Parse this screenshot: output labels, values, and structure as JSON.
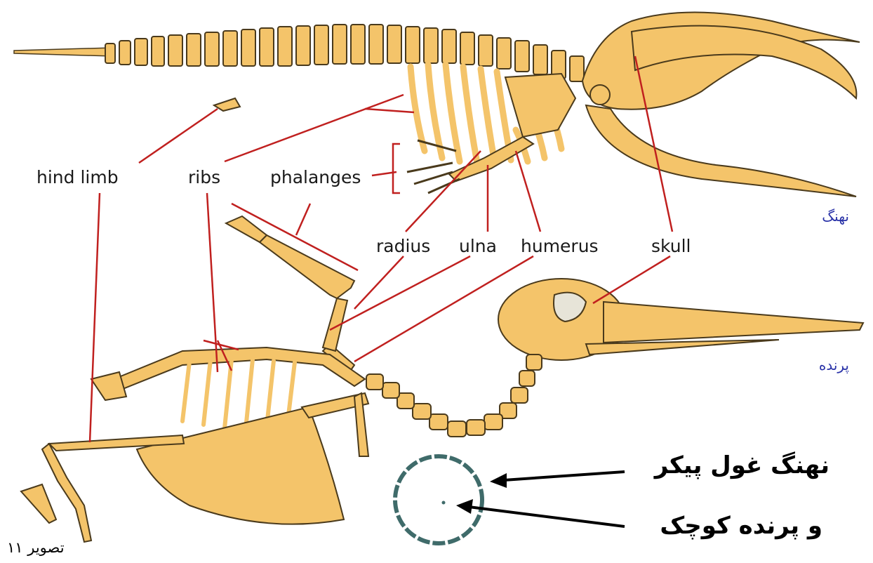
{
  "labels": {
    "hind_limb": "hind limb",
    "ribs": "ribs",
    "phalanges": "phalanges",
    "radius": "radius",
    "ulna": "ulna",
    "humerus": "humerus",
    "skull": "skull"
  },
  "persian": {
    "whale": "نهنگ",
    "bird": "پرنده",
    "caption_line1": "نهنگ غول پیکر",
    "caption_line2": "و پرنده کوچک",
    "figure": "تصویر ۱۱"
  },
  "colors": {
    "bone": "#f4c46a",
    "outline": "#4a3a1c",
    "leader": "#c0201f",
    "persian_label": "#2a33a8",
    "circle": "#3f6b6a"
  }
}
